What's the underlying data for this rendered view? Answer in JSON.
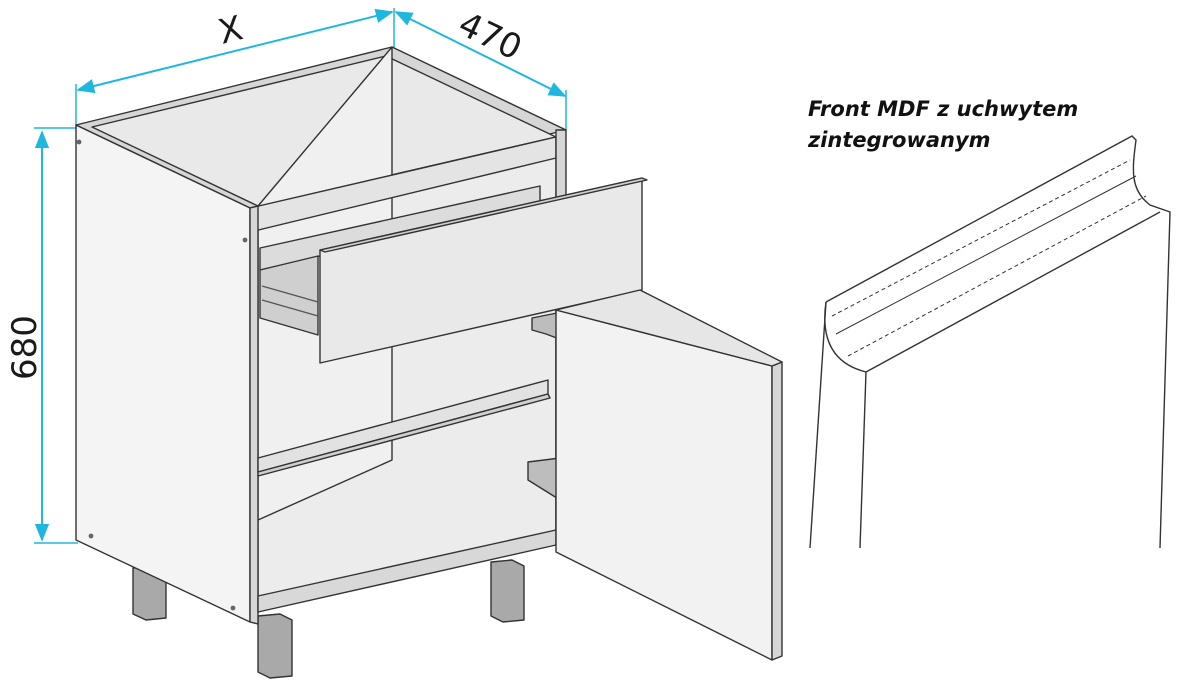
{
  "dimensions": {
    "width_label": "X",
    "depth_label": "470",
    "height_label": "680"
  },
  "caption": {
    "line1": "Front MDF z uchwytem",
    "line2": "zintegrowanym"
  },
  "colors": {
    "dimension_line": "#1fb7e0",
    "panel_front": "#f4f4f4",
    "panel_inner": "#e9e9e9",
    "panel_edge": "#d6d6d6",
    "leg": "#a9a9a9",
    "outline": "#333333"
  }
}
